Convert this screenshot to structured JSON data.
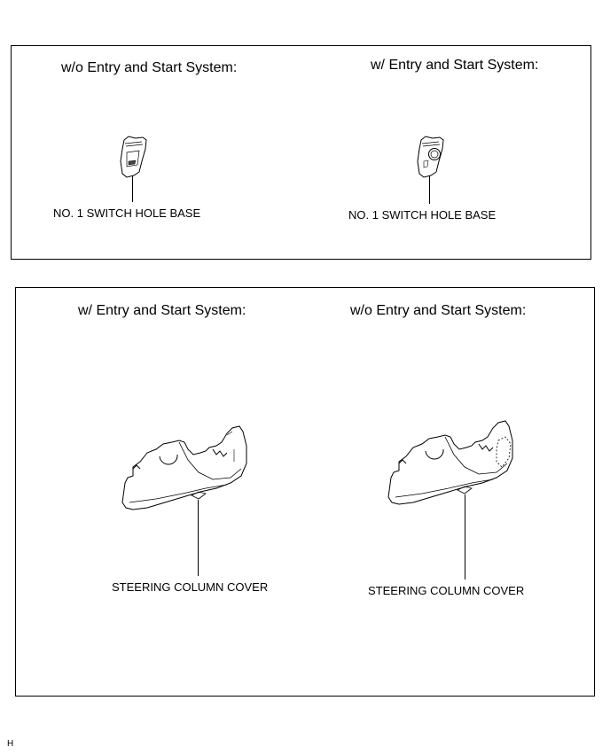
{
  "figure_code": "H",
  "top_panel": {
    "left": {
      "heading": "w/o Entry and Start System:",
      "part_label": "NO. 1 SWITCH HOLE BASE",
      "part_icon": "switch-hole-base-plain-icon"
    },
    "right": {
      "heading": "w/ Entry and Start System:",
      "part_label": "NO. 1 SWITCH HOLE BASE",
      "part_icon": "switch-hole-base-with-switch-icon"
    }
  },
  "bottom_panel": {
    "left": {
      "heading": "w/ Entry and Start System:",
      "part_label": "STEERING COLUMN COVER",
      "part_icon": "steering-column-cover-icon"
    },
    "right": {
      "heading": "w/o Entry and Start System:",
      "part_label": "STEERING COLUMN COVER",
      "part_icon": "steering-column-cover-with-cutout-icon"
    }
  }
}
